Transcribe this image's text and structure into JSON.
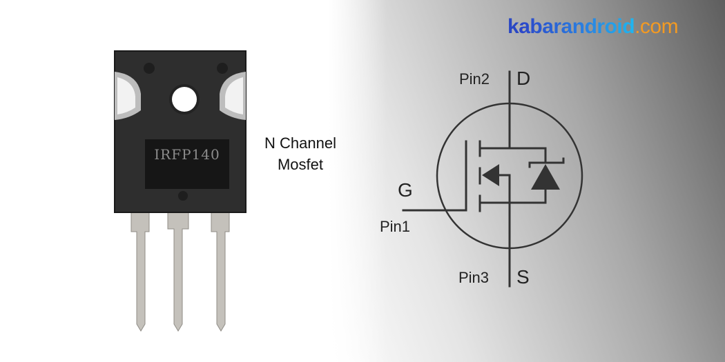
{
  "logo": {
    "prefix": "k",
    "main": "abarandroid",
    "tld": ".com",
    "colors": {
      "blue_start": "#2b44c8",
      "blue_end": "#1fb6f0",
      "orange": "#f39a22"
    }
  },
  "component": {
    "marking": "IRFP140",
    "package_color": "#2b2b2b",
    "lead_color": "#c2bfb9",
    "lead_count": 3
  },
  "part_label": {
    "line1": "N Channel",
    "line2": "Mosfet"
  },
  "schematic": {
    "drain": {
      "pin": "Pin2",
      "letter": "D"
    },
    "gate": {
      "pin": "Pin1",
      "letter": "G"
    },
    "source": {
      "pin": "Pin3",
      "letter": "S"
    },
    "line_color": "#333333"
  }
}
